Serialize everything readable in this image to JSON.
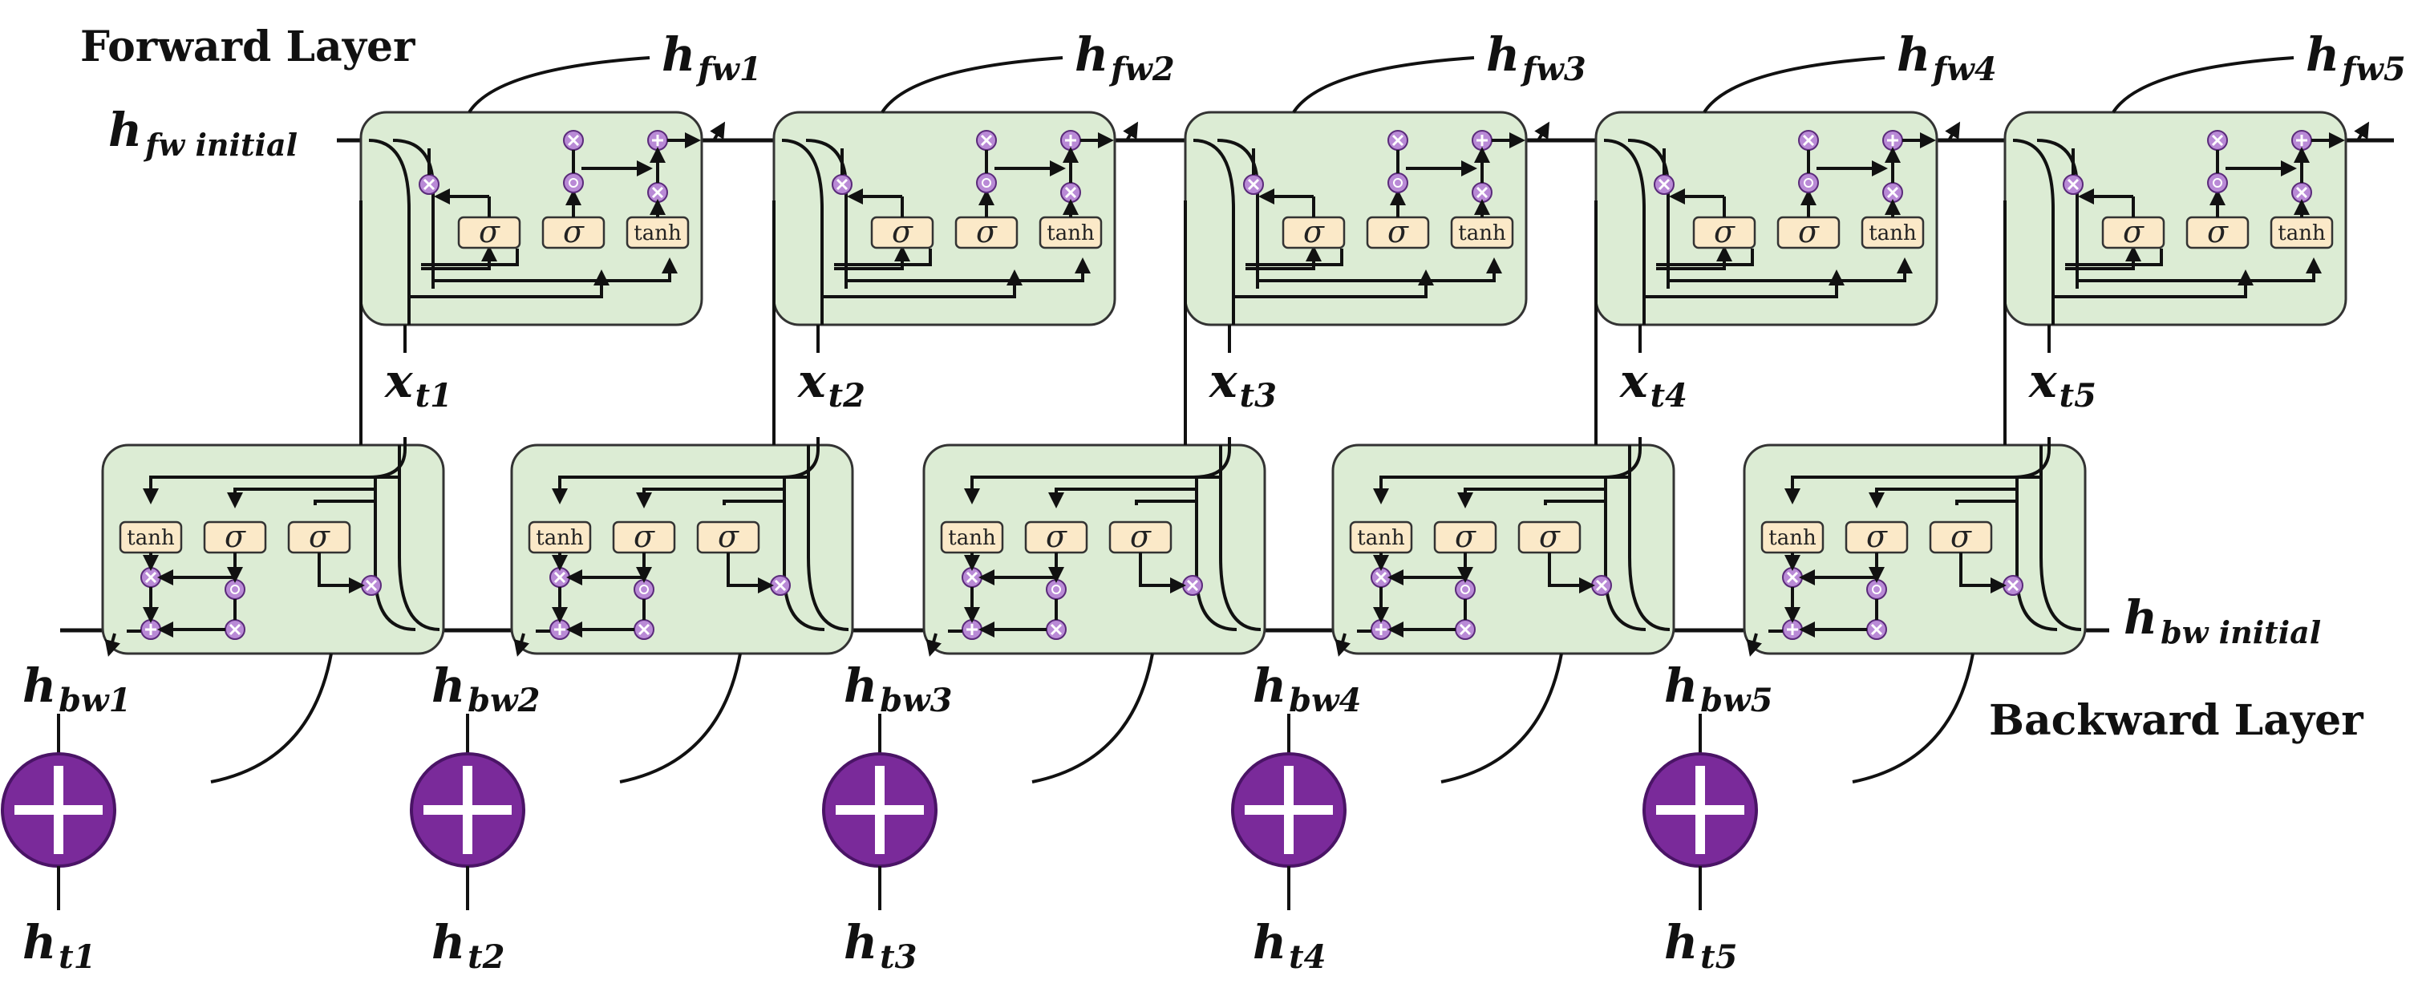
{
  "forward_layer_label": "Forward Layer",
  "backward_layer_label": "Backward Layer",
  "h_fw_initial": {
    "main": "h",
    "sub": "fw initial"
  },
  "h_bw_initial": {
    "main": "h",
    "sub": "bw initial"
  },
  "gate_labels": {
    "sigma": "σ",
    "tanh": "tanh"
  },
  "colors": {
    "cell_fill": "#dcecd4",
    "cell_stroke": "#333333",
    "gate_fill": "#fbe9c8",
    "op_fill": "#b98ad6",
    "sum_fill": "#7a2a9a",
    "line": "#111111"
  },
  "steps": [
    {
      "x": {
        "main": "x",
        "sub": "t1"
      },
      "hfw": {
        "main": "h",
        "sub": "fw1"
      },
      "hbw": {
        "main": "h",
        "sub": "bw1"
      },
      "ht": {
        "main": "h",
        "sub": "t1"
      }
    },
    {
      "x": {
        "main": "x",
        "sub": "t2"
      },
      "hfw": {
        "main": "h",
        "sub": "fw2"
      },
      "hbw": {
        "main": "h",
        "sub": "bw2"
      },
      "ht": {
        "main": "h",
        "sub": "t2"
      }
    },
    {
      "x": {
        "main": "x",
        "sub": "t3"
      },
      "hfw": {
        "main": "h",
        "sub": "fw3"
      },
      "hbw": {
        "main": "h",
        "sub": "bw3"
      },
      "ht": {
        "main": "h",
        "sub": "t3"
      }
    },
    {
      "x": {
        "main": "x",
        "sub": "t4"
      },
      "hfw": {
        "main": "h",
        "sub": "fw4"
      },
      "hbw": {
        "main": "h",
        "sub": "bw4"
      },
      "ht": {
        "main": "h",
        "sub": "t4"
      }
    },
    {
      "x": {
        "main": "x",
        "sub": "t5"
      },
      "hfw": {
        "main": "h",
        "sub": "fw5"
      },
      "hbw": {
        "main": "h",
        "sub": "bw5"
      },
      "ht": {
        "main": "h",
        "sub": "t5"
      }
    }
  ]
}
